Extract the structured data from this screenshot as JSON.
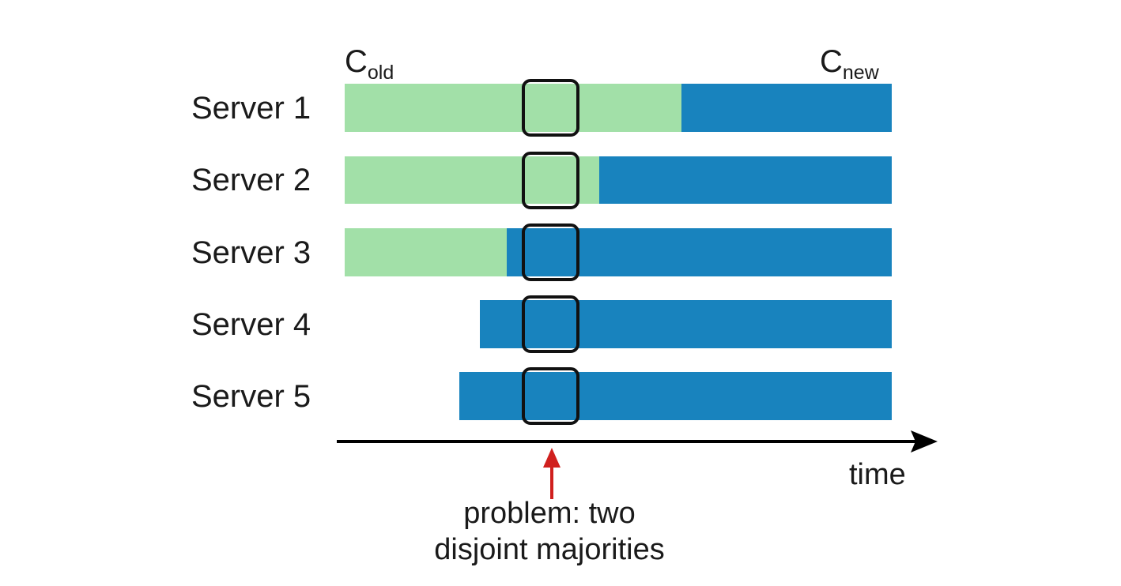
{
  "config_old": {
    "base": "C",
    "sub": "old"
  },
  "config_new": {
    "base": "C",
    "sub": "new"
  },
  "servers": [
    {
      "label": "Server 1",
      "initial_config": "old",
      "switch_config": "new"
    },
    {
      "label": "Server 2",
      "initial_config": "old",
      "switch_config": "new"
    },
    {
      "label": "Server 3",
      "initial_config": "old",
      "switch_config": "new"
    },
    {
      "label": "Server 4",
      "initial_config": "new",
      "switch_config": "new"
    },
    {
      "label": "Server 5",
      "initial_config": "new",
      "switch_config": "new"
    }
  ],
  "axis_label": "time",
  "problem_line1": "problem: two",
  "problem_line2": "disjoint majorities",
  "colors": {
    "old_config": "#a2e0a8",
    "new_config": "#1883be",
    "highlight_box": "#111111",
    "arrow": "#d0201e",
    "axis": "#000000"
  }
}
